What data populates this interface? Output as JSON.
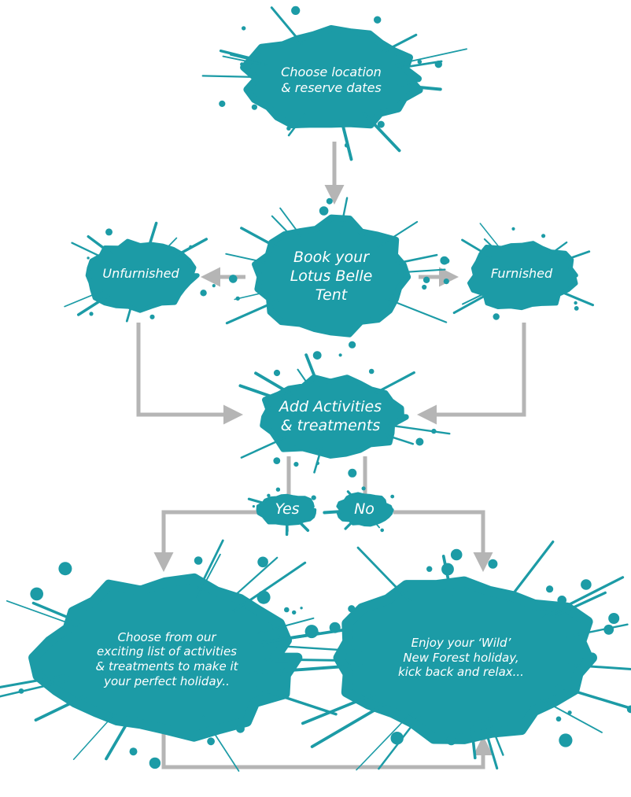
{
  "colors": {
    "splash": "#1c9ba6",
    "arrow": "#b5b5b5",
    "text": "#ffffff",
    "background": "#ffffff"
  },
  "nodes": {
    "start": {
      "lines": [
        "Choose location",
        "& reserve dates"
      ]
    },
    "book": {
      "lines": [
        "Book your",
        "Lotus Belle",
        "Tent"
      ]
    },
    "unfurnished": {
      "lines": [
        "Unfurnished"
      ]
    },
    "furnished": {
      "lines": [
        "Furnished"
      ]
    },
    "activities": {
      "lines": [
        "Add Activities",
        "& treatments"
      ]
    },
    "yes": {
      "lines": [
        "Yes"
      ]
    },
    "no": {
      "lines": [
        "No"
      ]
    },
    "choose": {
      "lines": [
        "Choose from our",
        "exciting list of activities",
        "& treatments to make it",
        "your perfect holiday.."
      ]
    },
    "enjoy": {
      "lines": [
        "Enjoy your ‘Wild’",
        "New Forest holiday,",
        "kick back and relax..."
      ]
    }
  }
}
